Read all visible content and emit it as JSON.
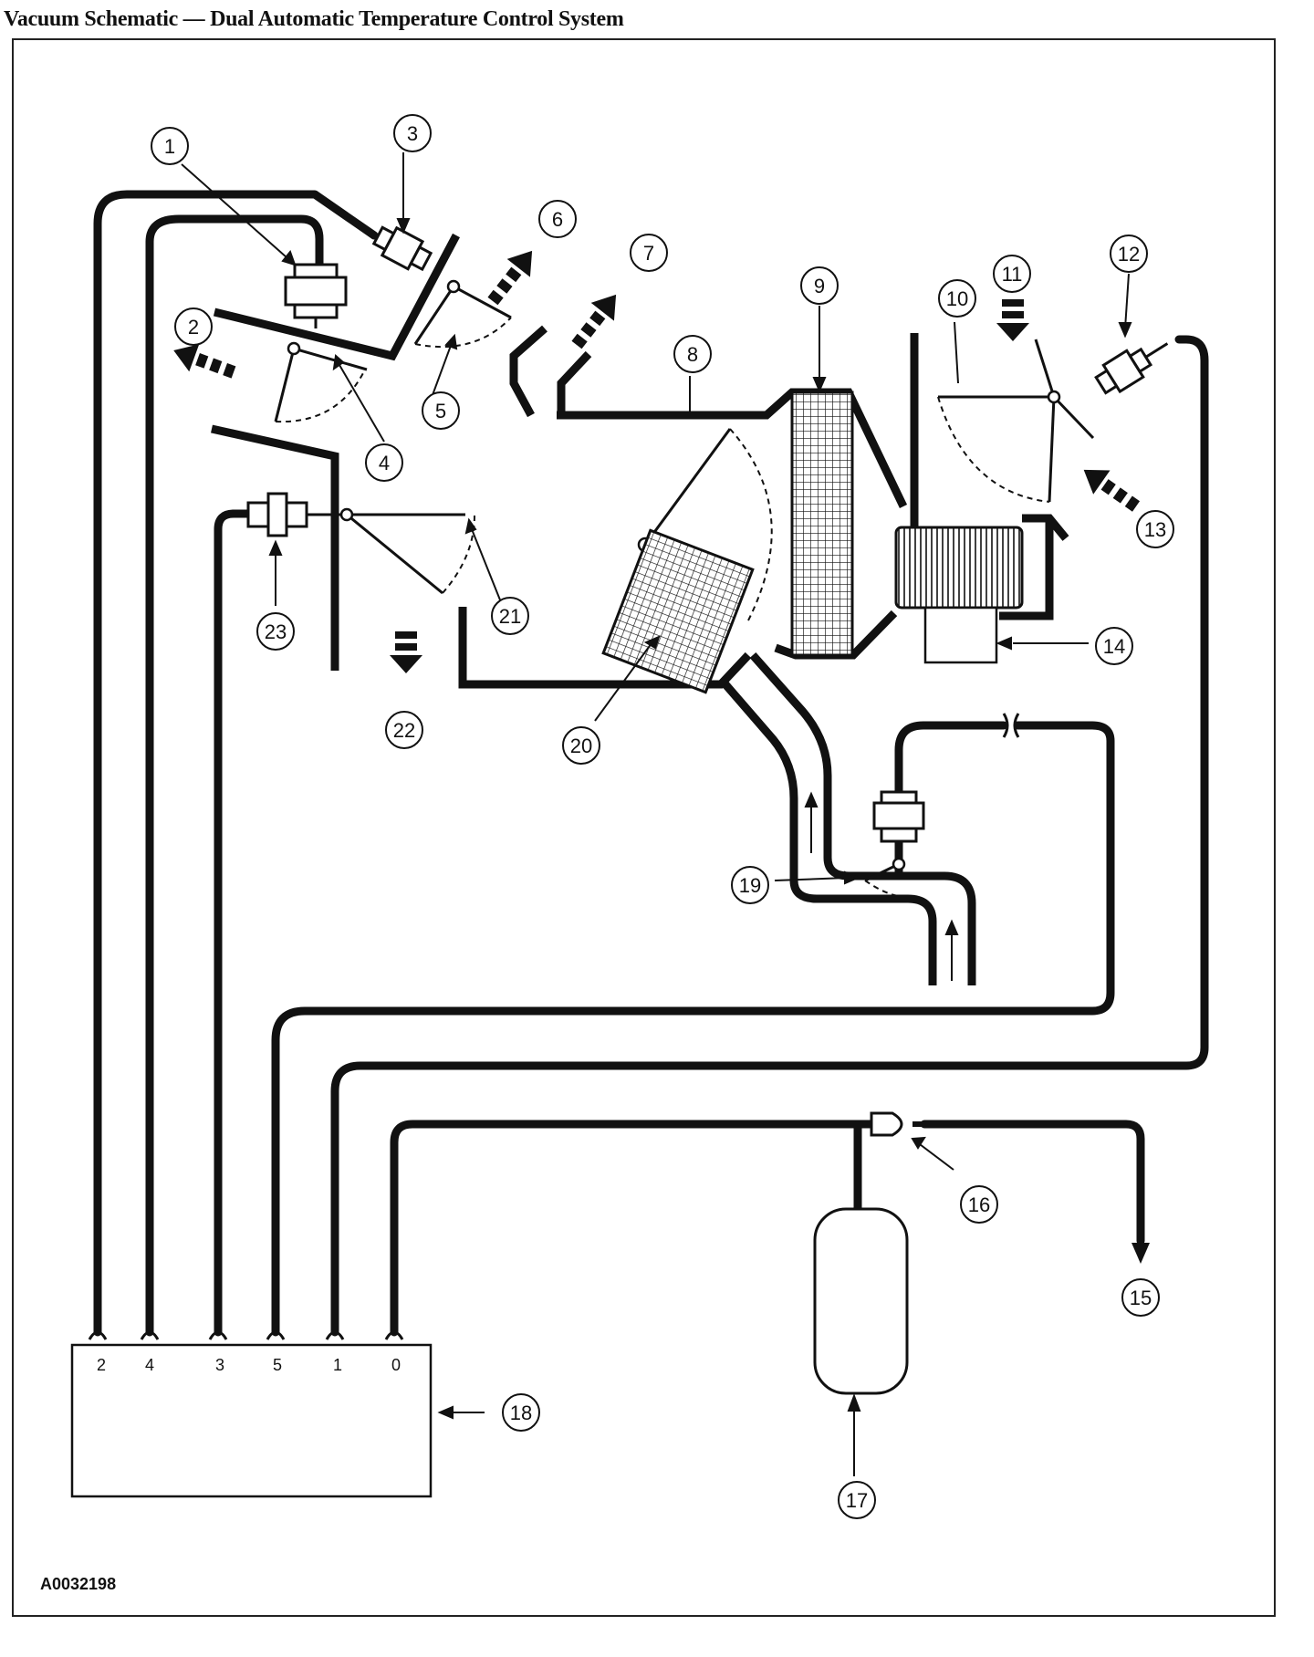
{
  "title": "Vacuum Schematic — Dual Automatic Temperature Control System",
  "figure_code": "A0032198",
  "callouts": [
    "1",
    "2",
    "3",
    "4",
    "5",
    "6",
    "7",
    "8",
    "9",
    "10",
    "11",
    "12",
    "13",
    "14",
    "15",
    "16",
    "17",
    "18",
    "19",
    "20",
    "21",
    "22",
    "23"
  ],
  "controller_ports": [
    "2",
    "4",
    "3",
    "5",
    "1",
    "0"
  ]
}
